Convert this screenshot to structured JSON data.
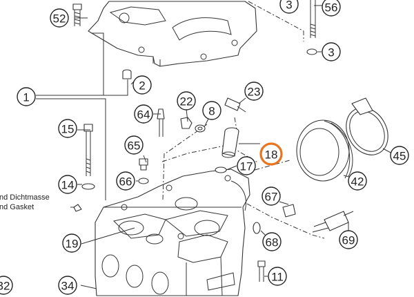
{
  "note": {
    "line1": "nd Dichtmasse",
    "line2": "nd Gasket"
  },
  "callouts": {
    "c1": "1",
    "c2": "2",
    "c3a": "3",
    "c3b": "3",
    "c8": "8",
    "c11": "11",
    "c14": "14",
    "c15": "15",
    "c17": "17",
    "c18": "18",
    "c19": "19",
    "c22": "22",
    "c23": "23",
    "c32": "32",
    "c34": "34",
    "c42": "42",
    "c45": "45",
    "c52": "52",
    "c56": "56",
    "c64": "64",
    "c65": "65",
    "c66": "66",
    "c67": "67",
    "c68": "68",
    "c69": "69"
  },
  "highlight": {
    "callout": "18",
    "color": "#e8741e"
  }
}
